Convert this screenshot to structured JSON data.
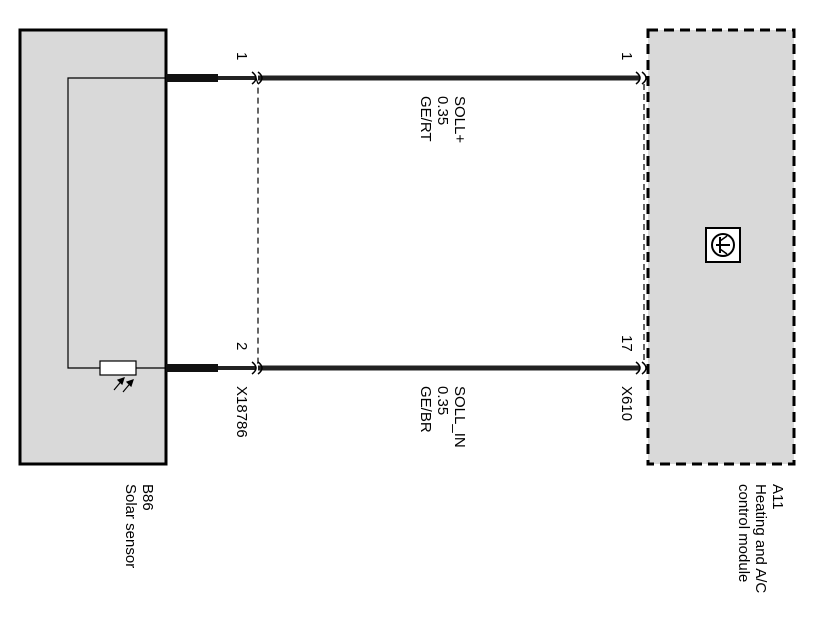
{
  "components": {
    "solar_sensor": {
      "ref": "B86",
      "name": "Solar sensor"
    },
    "control_module": {
      "ref": "A11",
      "name_line1": "Heating and A/C",
      "name_line2": "control module"
    }
  },
  "connectors": {
    "sensor_side": {
      "id": "X18786",
      "pin_top": "1",
      "pin_bottom": "2"
    },
    "module_side": {
      "id": "X610",
      "pin_top": "1",
      "pin_bottom": "17"
    }
  },
  "wires": [
    {
      "signal": "SOLL+",
      "gauge": "0.35",
      "color_code": "GE/RT"
    },
    {
      "signal": "SOLL_IN",
      "gauge": "0.35",
      "color_code": "GE/BR"
    }
  ],
  "colors": {
    "box_fill": "#d9d9d9",
    "line": "#000000",
    "wire": "#222222"
  }
}
